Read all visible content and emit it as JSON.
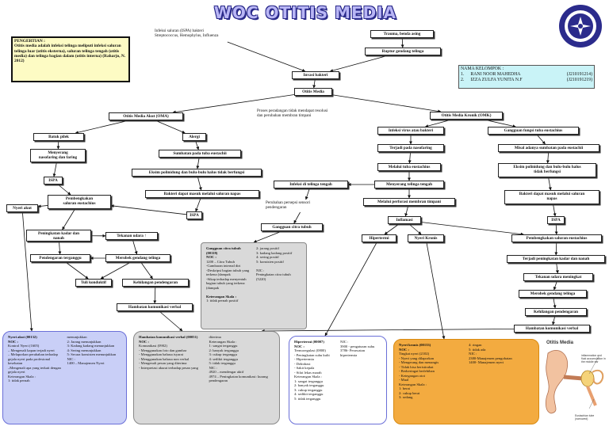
{
  "title": "WOC OTITIS MEDIA",
  "definition": {
    "heading": "PENGERTIAN :",
    "text": "Otitis media adalah infeksi telinga meliputi infeksi saluran telinga luar (otitis eksterna), saluran telinga tengah (otitis media) dan telinga bagian dalam (otitis interna) (Raharjo, N. 2012)"
  },
  "group": {
    "heading": "NAMA KELOMPOK :",
    "members": [
      {
        "num": "1.",
        "name": "RANI NOOR MAHEDHA",
        "nim": "(J210191214)"
      },
      {
        "num": "2.",
        "name": "IZZA ZULFA YUNITA N.F",
        "nim": "(J210191219)"
      }
    ]
  },
  "nodes": [
    {
      "id": "infeksi-saluran",
      "text": "Infeksi saluran (ISPA) bakteri\nStreptococcus, Hemophylus, Influenza",
      "style": "plain"
    },
    {
      "id": "trauma",
      "text": "Trauma, benda asing"
    },
    {
      "id": "ruptur",
      "text": "Ruptur gendang telinga"
    },
    {
      "id": "invasi",
      "text": "Invasi bakteri"
    },
    {
      "id": "otitis-media",
      "text": "Otitis Media"
    },
    {
      "id": "oma",
      "text": "Otitis Media Akut (OMA)"
    },
    {
      "id": "proses",
      "text": "Proses peradangan tidak mendapat resolusi\ndan perubahan membran timpani",
      "style": "plain"
    },
    {
      "id": "omk",
      "text": "Otitis Media Kronik (OMK)"
    },
    {
      "id": "batuk-pilek",
      "text": "Batuk pilek"
    },
    {
      "id": "alergi",
      "text": "Alergi"
    },
    {
      "id": "menyerang",
      "text": "Menyerang\nnasofaring dan faring"
    },
    {
      "id": "sumbatan1",
      "text": "Sumbatan pada tuba eustachii"
    },
    {
      "id": "ispa1",
      "text": "ISPA"
    },
    {
      "id": "eksim1",
      "text": "Eksim polinidung dan bulu-bulu halus tidak berfungsi"
    },
    {
      "id": "pembengkakan1",
      "text": "Pembengkakan\nsaluran eustachius"
    },
    {
      "id": "bakteri-masuk1",
      "text": "Bakteri dapat masuk melalui saluran napas"
    },
    {
      "id": "nyeri-akut",
      "text": "Nyeri akut"
    },
    {
      "id": "ispa2",
      "text": "ISPA"
    },
    {
      "id": "peningkatan-kadar",
      "text": "Peningkatan kadar dan\nnanah"
    },
    {
      "id": "tekanan-udara1",
      "text": "Tekanan udara ↑"
    },
    {
      "id": "pendengaran-terganggu",
      "text": "Pendengaran terganggu"
    },
    {
      "id": "merobek1",
      "text": "Merobek gendang telinga"
    },
    {
      "id": "tuli",
      "text": "Tuli konduktif"
    },
    {
      "id": "kehilangan1",
      "text": "Kehilangan pendengaran"
    },
    {
      "id": "hambatan1",
      "text": "Hambatan komunikasi verbal"
    },
    {
      "id": "infeksi-virus",
      "text": "Infeksi virus atau bakteri"
    },
    {
      "id": "gangguan-fungsi",
      "text": "Gangguan fungsi tuba eustachius"
    },
    {
      "id": "terjadi-nasofaring",
      "text": "Terjadi pada nasofaring"
    },
    {
      "id": "misal-sumbatan",
      "text": "Misal adanya sumbatan pada eustachii"
    },
    {
      "id": "melalui-tuba",
      "text": "Melalui tuba eustachius"
    },
    {
      "id": "eksim2",
      "text": "Eksim polinidung dan bulu-bulu halus\ntidak berfungsi"
    },
    {
      "id": "infeksi-tengah",
      "text": "Infeksi di telinga tengah"
    },
    {
      "id": "menyerang-tengah",
      "text": "Menyerang telinga tengah"
    },
    {
      "id": "bakteri-masuk2",
      "text": "Bakteri dapat masuk melalui saluran\nnapas"
    },
    {
      "id": "perubahan-persepsi",
      "text": "Perubahan persepsi sensori\npendengaran",
      "style": "plain"
    },
    {
      "id": "melalui-perforasi",
      "text": "Melalui perforasi membran timpani"
    },
    {
      "id": "ispa3",
      "text": "ISPA"
    },
    {
      "id": "gangguan-citra",
      "text": "Gangguan citra tubuh"
    },
    {
      "id": "inflamasi",
      "text": "Inflamasi"
    },
    {
      "id": "hipertermi",
      "text": "Hipertermi"
    },
    {
      "id": "nyeri-kronis",
      "text": "Nyeri Kronis"
    },
    {
      "id": "pembengkakan2",
      "text": "Pembengkakan saluran eustachius"
    },
    {
      "id": "terjadi-peningkatan",
      "text": "Terjadi peningkatan kadar dan nanah"
    },
    {
      "id": "tekanan-udara2",
      "text": "Tekanan udara meningkat"
    },
    {
      "id": "merobek2",
      "text": "Merobek gendang telinga"
    },
    {
      "id": "kehilangan2",
      "text": "Kehilangan pendengaran"
    },
    {
      "id": "hambatan2",
      "text": "Hambatan komunikasi verbal"
    }
  ],
  "panels": {
    "citra": {
      "left": "<b>Gangguan citra tubuh (00118)\nNOC :</b>\n1200 – Citra Tubuh\n-Gambaran internal diri\n-Deskripsi bagian tubuh yang terkena (dampak\n-Sikap terhadap menyentuh bagian tubuh yang terkena (dampak\n\n<b>Keterangan Skala :</b>\n1: tidak pernah positif",
      "right": "2: jarang positif\n3: kadang kadang positif\n4: sering positif\n5: konsisten positif\n\nNIC :\nPeningkatan citra tubuh (5220)"
    },
    "nyeri_akut": {
      "left": "<b>Nyeri akut (00132)\nNOC :</b>\nKontrol Nyeri (1605)\n– Mengenali kapan terjadi nyeri\n– Melaporkan perubahan terhadap gejala nyeri pada profesional kesehatan\n–Mengenali apa yang terkait dengan gejala nyeri\nKeterangan Skala :\n1: tidak pernah",
      "right": "menunjukkan\n2: Jarang menunjukkan\n3: Kadang kadang menunjukkan\n4: Sering menunjukkan\n5: Secara konsisten menunjukkan\nNIC :\n1400 – Manajemen Nyeri"
    },
    "hambatan": {
      "left": "<b>Hambatan komunikasi verbal (00051)\nNOC :</b>\nKomunikasi (0902)\n- Menggunakan foto dan gambar\n- Menggunakan bahasa isyarat\n- Menggunakan bahasa non verbal\n- Mengenali pesan yang diterima\n- Interpretasi akurat terhadap pesan yang",
      "right": "diterima\nKeterangan Skala :\n1: sangat terganggu\n2: banyak terganggu\n3: cukup terganggu\n4: sedikit terganggu\n5: tidak terganggu\nNIC :\n4920 – mendengar aktif\n4974 – Peningkatan komunikasi: kurang pendengaran"
    },
    "hipertermi": {
      "left": "<b>Hipertermi (00007)\nNOC :</b>\nTermoregulasi (0800)\n- Peningkatan suhu kulit\n- Hipertermia\n- Dehidrasi\n- Sakit kepala\n- Sifat lekas marah\nKeterangan Skala :\n1: sangat terganggu\n2: banyak terganggu\n3: cukup terganggu\n4: sedikit terganggu\n5: tidak terganggu",
      "right": "NIC :\n3900 - pengaturan suhu\n3786- Perawatan hipertermia"
    },
    "nyeri_kronis": {
      "left": "<b>Nyeri kronis (00133)\nNOC :</b>\nTingkat nyeri (2102)\n- Nyeri yang dilaporkan\n- Mengerang dan menangis\n- Tidak bisa beristirahat\n- Berkeringat berlebihan\n- Ketegangan otot\n- Mual\nKeterangan Skala :\n1: berat\n2: cukup berat\n3: sedang",
      "right": "4: ringan\n5: tidak ada\nNIC :\n2380-Manajemen pengobatan\n1400- Manajemen nyeri"
    }
  },
  "ear_figure": {
    "title": "Otitis Media",
    "label1": "inflammation and fluid accumulation in the middle ear",
    "label2": "Eustachian tube (narrowed)"
  },
  "colors": {
    "title_fill": "#b9b6f5",
    "title_stroke": "#2a2a8a",
    "definition_bg": "#fdfbc4",
    "group_bg": "#c9f3f7",
    "panel_blue": "#c9cff7",
    "panel_grey": "#d9d9d9",
    "panel_orange": "#f3ab40"
  }
}
